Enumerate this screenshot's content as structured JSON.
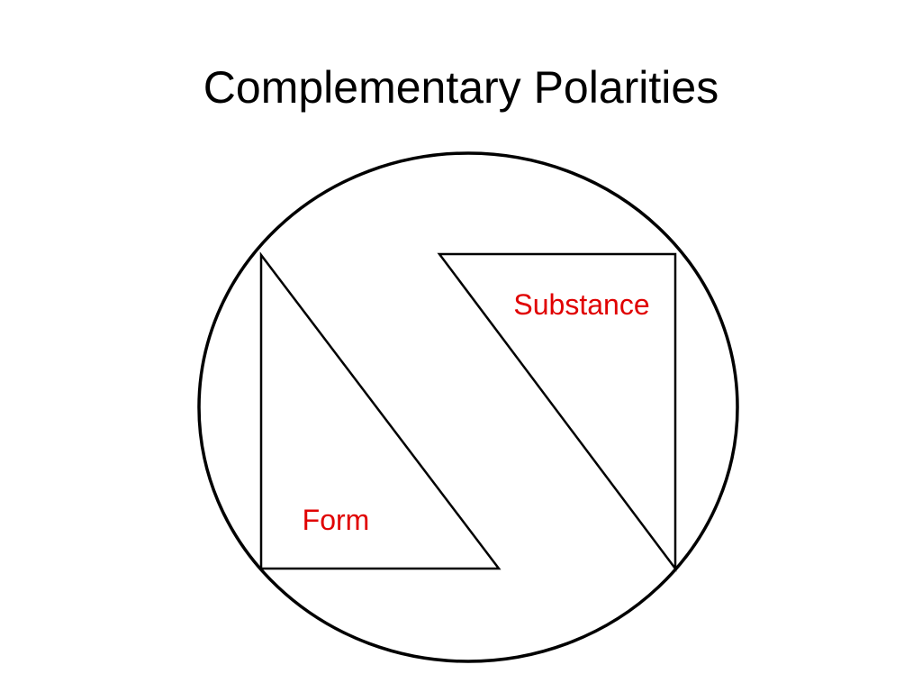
{
  "slide": {
    "title": "Complementary Polarities"
  },
  "diagram": {
    "labels": {
      "upper_right": "Substance",
      "lower_left": "Form"
    },
    "colors": {
      "outline": "#000000",
      "label_text": "#e00000",
      "background": "#ffffff"
    }
  }
}
